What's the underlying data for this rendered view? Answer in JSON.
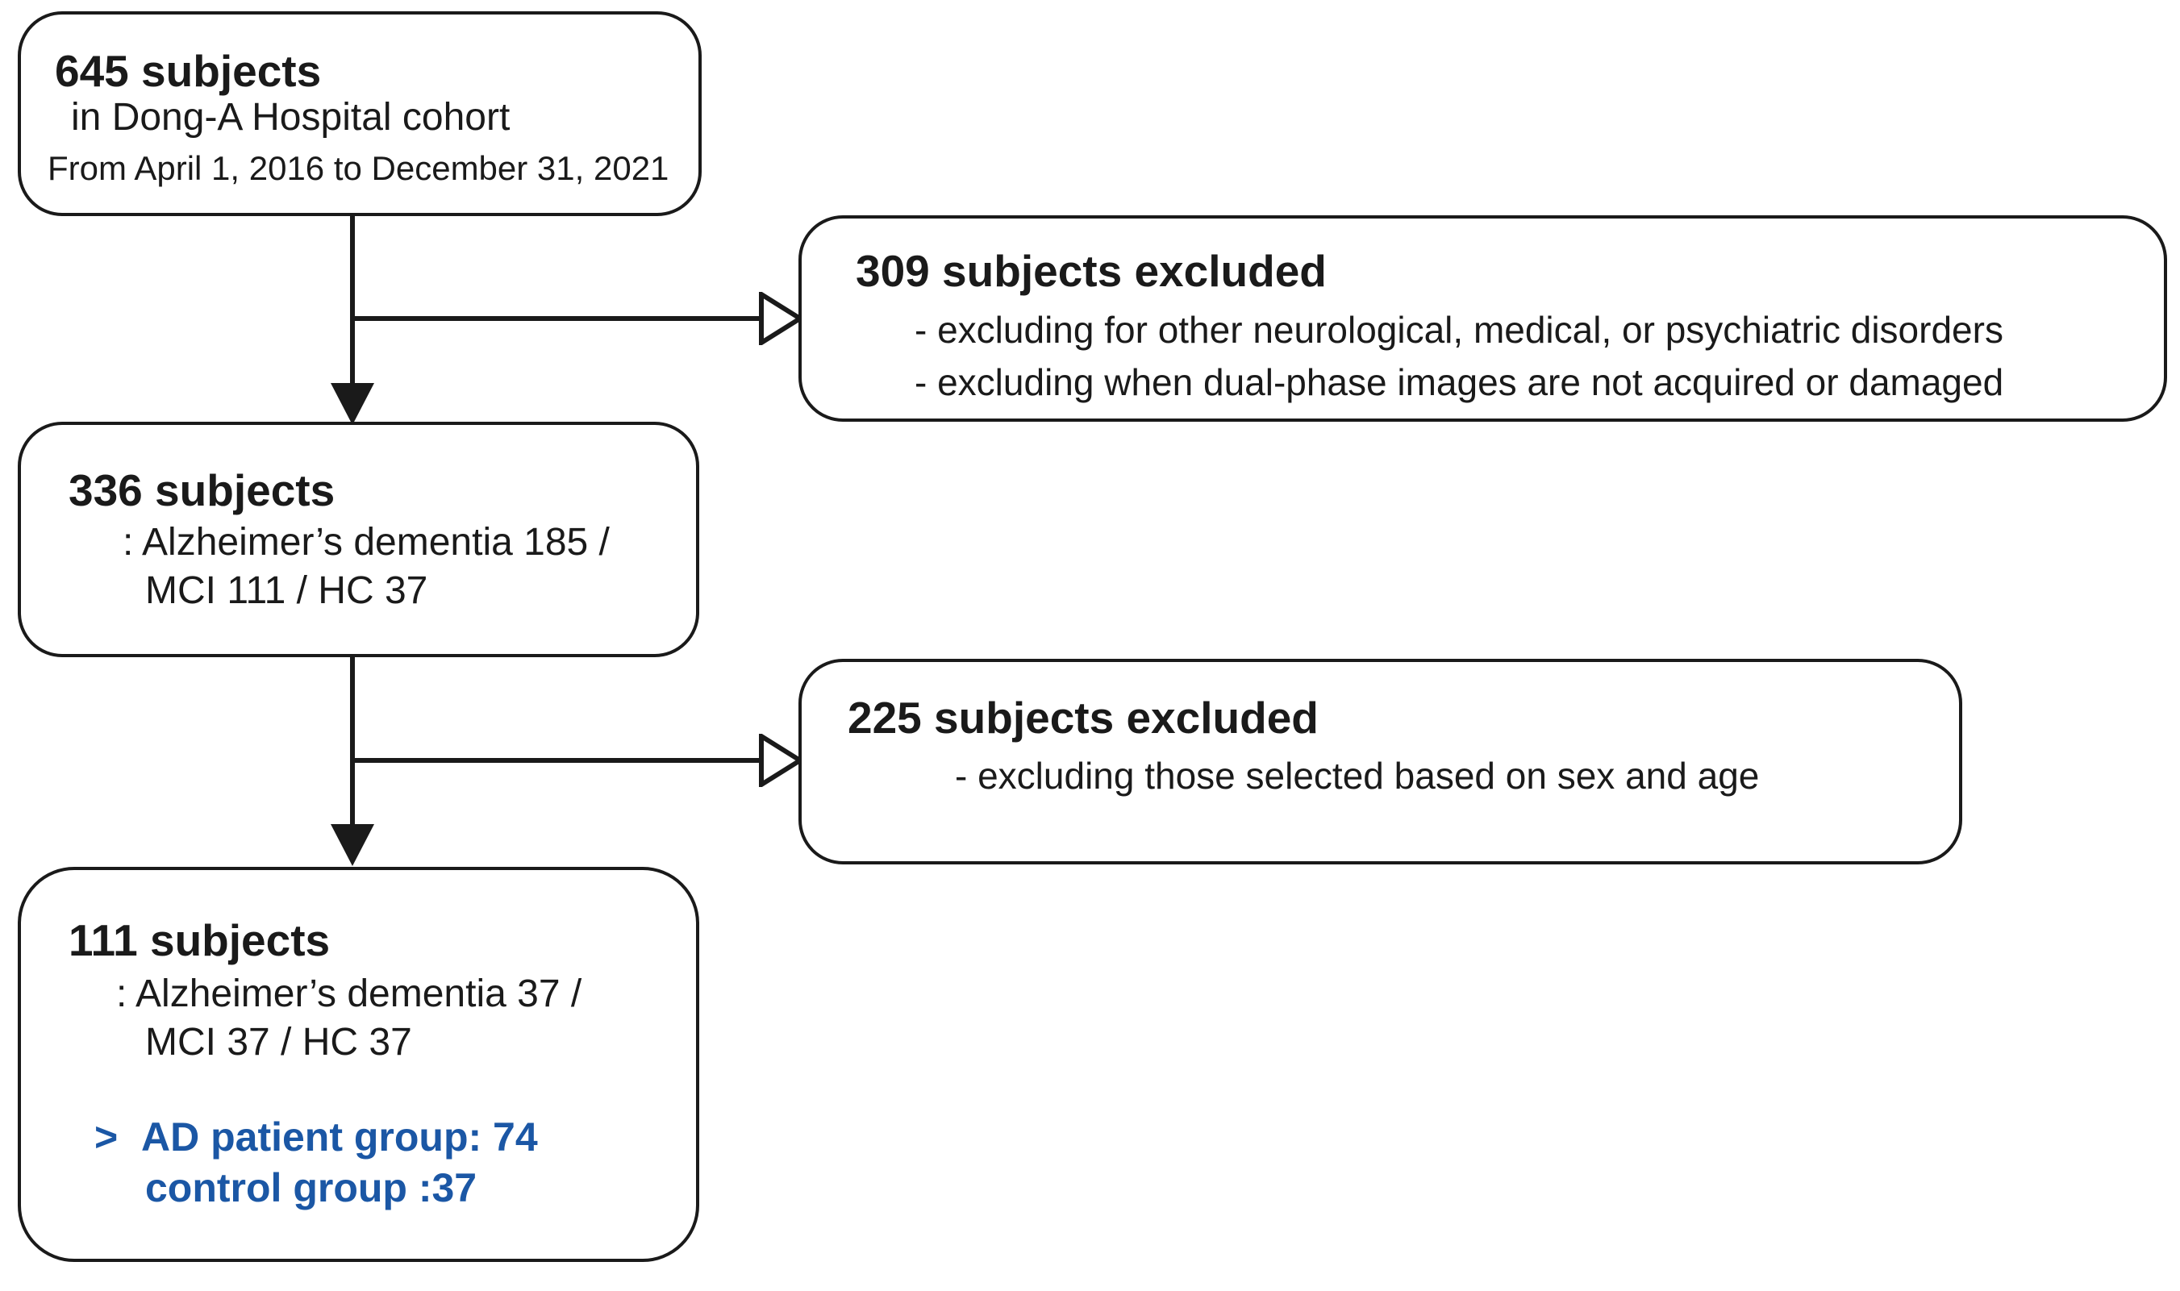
{
  "colors": {
    "ink": "#1a1a1a",
    "accent_blue": "#1b57a5",
    "background": "#ffffff"
  },
  "boxes": {
    "cohort": {
      "title": "645 subjects",
      "subtitle": "in Dong-A Hospital cohort",
      "period": "From April 1, 2016 to December 31, 2021"
    },
    "excluded1": {
      "title": "309 subjects excluded",
      "items": [
        "- excluding for other neurological, medical, or psychiatric disorders",
        "- excluding when dual-phase images are not acquired or damaged"
      ]
    },
    "subjects336": {
      "title": "336 subjects",
      "breakdown_line1": ": Alzheimer’s dementia 185 /",
      "breakdown_line2": "MCI 111 / HC 37"
    },
    "excluded2": {
      "title": "225 subjects excluded",
      "items": [
        "- excluding those selected based on sex and age"
      ]
    },
    "subjects111": {
      "title": "111 subjects",
      "breakdown_line1": ": Alzheimer’s dementia 37 /",
      "breakdown_line2": "MCI 37 / HC 37",
      "group_marker": ">",
      "group_line1": "AD patient group: 74",
      "group_line2": "control group :37"
    }
  }
}
